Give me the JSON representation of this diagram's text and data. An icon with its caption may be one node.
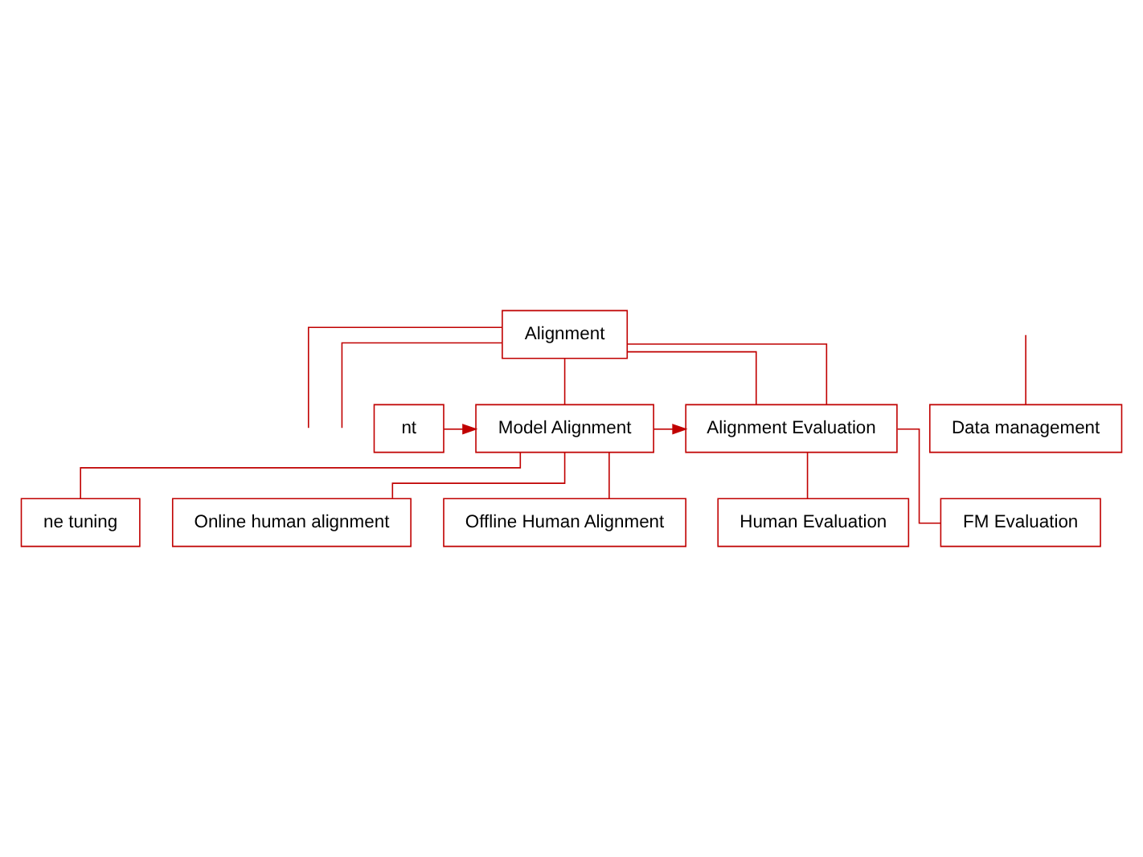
{
  "diagram": {
    "nodes": [
      {
        "text": [
          "Alignment"
        ]
      },
      {
        "text": [
          "nt"
        ]
      },
      {
        "text": [
          "Model Alignment"
        ]
      },
      {
        "text": [
          "Alignment Evaluation"
        ]
      },
      {
        "text": [
          "Data management"
        ]
      },
      {
        "text": [
          "Human Evaluation"
        ]
      },
      {
        "text": [
          "FM Evaluation"
        ]
      },
      {
        "text": [
          "ne tuning"
        ]
      },
      {
        "text": [
          "Online human alignment"
        ]
      },
      {
        "text": [
          "Offline Human Alignment"
        ]
      }
    ],
    "edges": [
      {
        "from": 0,
        "to": 2,
        "arrow": "none"
      },
      {
        "from": 0,
        "to": 3,
        "arrow": "none"
      },
      {
        "from": 0,
        "to": 3,
        "arrow": "none"
      },
      {
        "from": 0,
        "to": null,
        "arrow": "none"
      },
      {
        "from": 0,
        "to": null,
        "arrow": "none"
      },
      {
        "from": null,
        "to": 4,
        "arrow": "none"
      },
      {
        "from": 1,
        "to": 2,
        "arrow": "to"
      },
      {
        "from": 2,
        "to": 3,
        "arrow": "to"
      },
      {
        "from": 3,
        "to": 5,
        "arrow": "none"
      },
      {
        "from": 3,
        "to": 6,
        "arrow": "none"
      },
      {
        "from": 2,
        "to": 7,
        "arrow": "none"
      },
      {
        "from": 2,
        "to": 8,
        "arrow": "none"
      },
      {
        "from": 2,
        "to": 9,
        "arrow": "none"
      }
    ]
  }
}
